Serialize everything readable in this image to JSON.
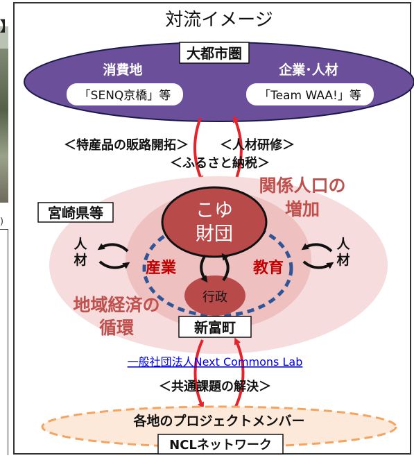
{
  "title": "対流イメージ",
  "edge_glyphs": {
    "bracket": "】",
    "paren": ")"
  },
  "metro": {
    "box_label": "大都市圏",
    "left_heading": "消費地",
    "right_heading": "企業･人材",
    "left_pill": "「SENQ京橋」等",
    "right_pill": "「Team WAA!」等"
  },
  "lines": {
    "sales": "＜特産品の販路開拓＞",
    "training": "＜人材研修＞",
    "tax": "＜ふるさと納税＞",
    "common": "＜共通課題の解決＞"
  },
  "pref_label": "宮崎県等",
  "relation": {
    "line1": "関係人口の",
    "line2": "増加"
  },
  "center": {
    "line1": "こゆ",
    "line2": "財団"
  },
  "industry": "産業",
  "education": "教育",
  "gov": "行政",
  "economy": {
    "line1": "地域経済の",
    "line2": "循環"
  },
  "town": "新富町",
  "human_left": {
    "c1": "人",
    "c2": "材"
  },
  "human_right": {
    "c1": "人",
    "c2": "材"
  },
  "org_link": "一般社団法人Next Commons Lab",
  "members": "各地のプロジェクトメンバー",
  "network": "NCLネットワーク",
  "colors": {
    "metro_fill": "#6b4f9b",
    "dark_red": "#c0504d",
    "core_red": "#b94a4a",
    "arrow_red": "#e3242b",
    "pink_outer": "#f6dcdc",
    "pink_mid": "#eec0c0",
    "pink_inner": "#e59e9e",
    "dash_blue": "#2f5597",
    "network_fill": "#fde9d9",
    "network_stroke": "#f4a460",
    "link_blue": "#0000ee"
  }
}
